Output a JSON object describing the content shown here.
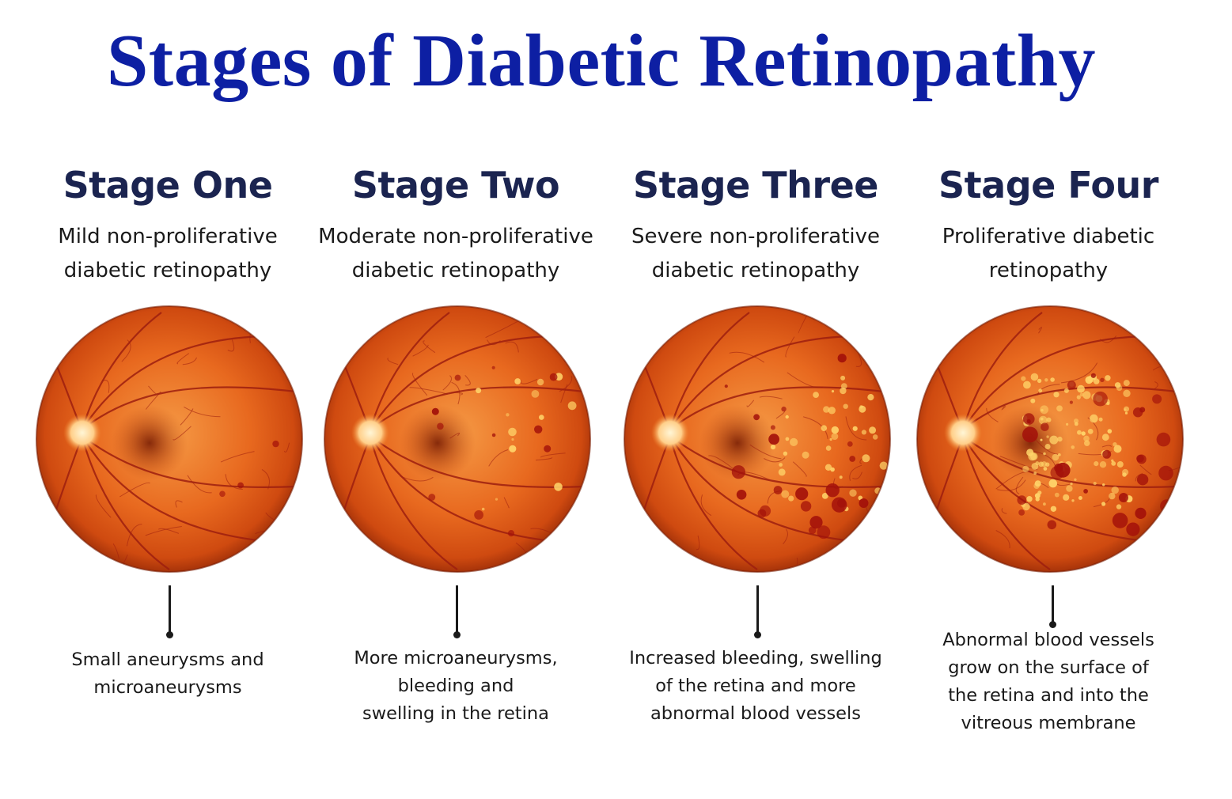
{
  "title": "Stages of Diabetic Retinopathy",
  "colors": {
    "title": "#0d1fa3",
    "stage_heading": "#1b2450",
    "retina_base": "#e0561a",
    "vessel": "#9e1f0f",
    "exudate": "#ffd56a"
  },
  "stages": [
    {
      "name": "Stage One",
      "description_lines": [
        "Mild non-proliferative",
        "diabetic retinopathy"
      ],
      "note_lines": [
        "Small aneurysms and",
        "microaneurysms"
      ],
      "severity": 1
    },
    {
      "name": "Stage Two",
      "description_lines": [
        "Moderate non-proliferative",
        "diabetic retinopathy"
      ],
      "note_lines": [
        "More microaneurysms,",
        "bleeding and",
        "swelling in the retina"
      ],
      "severity": 2
    },
    {
      "name": "Stage Three",
      "description_lines": [
        "Severe non-proliferative",
        "diabetic retinopathy"
      ],
      "note_lines": [
        "Increased bleeding, swelling",
        "of the retina and more",
        "abnormal blood vessels"
      ],
      "severity": 3
    },
    {
      "name": "Stage Four",
      "description_lines": [
        "Proliferative diabetic",
        "retinopathy"
      ],
      "note_lines": [
        "Abnormal blood vessels",
        "grow on the surface of",
        "the retina and into the",
        "vitreous membrane"
      ],
      "severity": 4
    }
  ]
}
